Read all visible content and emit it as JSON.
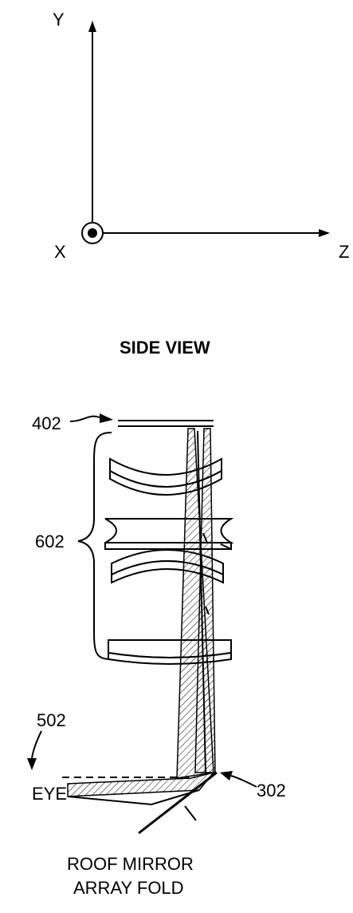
{
  "axes": {
    "y_label": "Y",
    "x_label": "X",
    "z_label": "Z"
  },
  "title": "SIDE VIEW",
  "labels": {
    "display": "402",
    "lens_group": "602",
    "eye_ref": "502",
    "eye": "EYE",
    "fold_ref": "302",
    "fold_caption_line1": "ROOF MIRROR",
    "fold_caption_line2": "ARRAY FOLD"
  }
}
